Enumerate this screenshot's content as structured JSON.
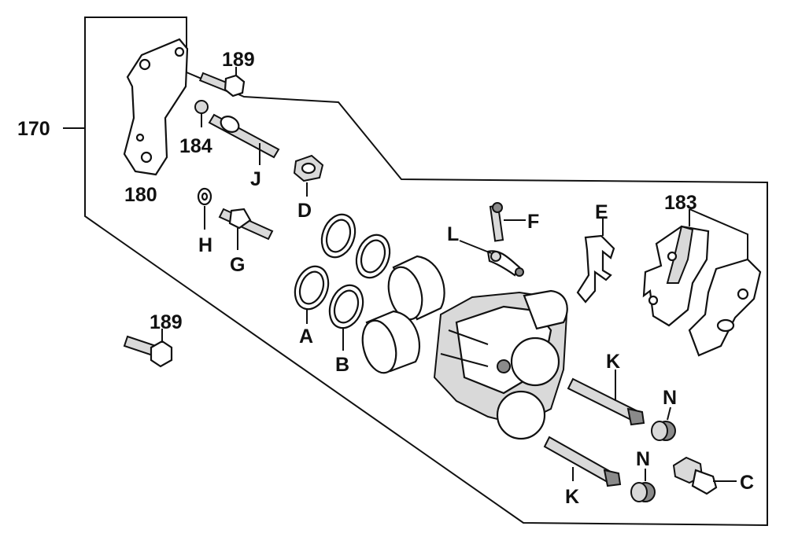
{
  "callouts": {
    "assembly": "170",
    "bracket": "180",
    "bolt_top": "189",
    "bolt_bottom": "189",
    "bleeder_cap": "184",
    "pad_set": "183",
    "a": "A",
    "b": "B",
    "c": "C",
    "d": "D",
    "e": "E",
    "f": "F",
    "g": "G",
    "h": "H",
    "j": "J",
    "k_upper": "K",
    "k_lower": "K",
    "l": "L",
    "n_upper": "N",
    "n_lower": "N"
  }
}
